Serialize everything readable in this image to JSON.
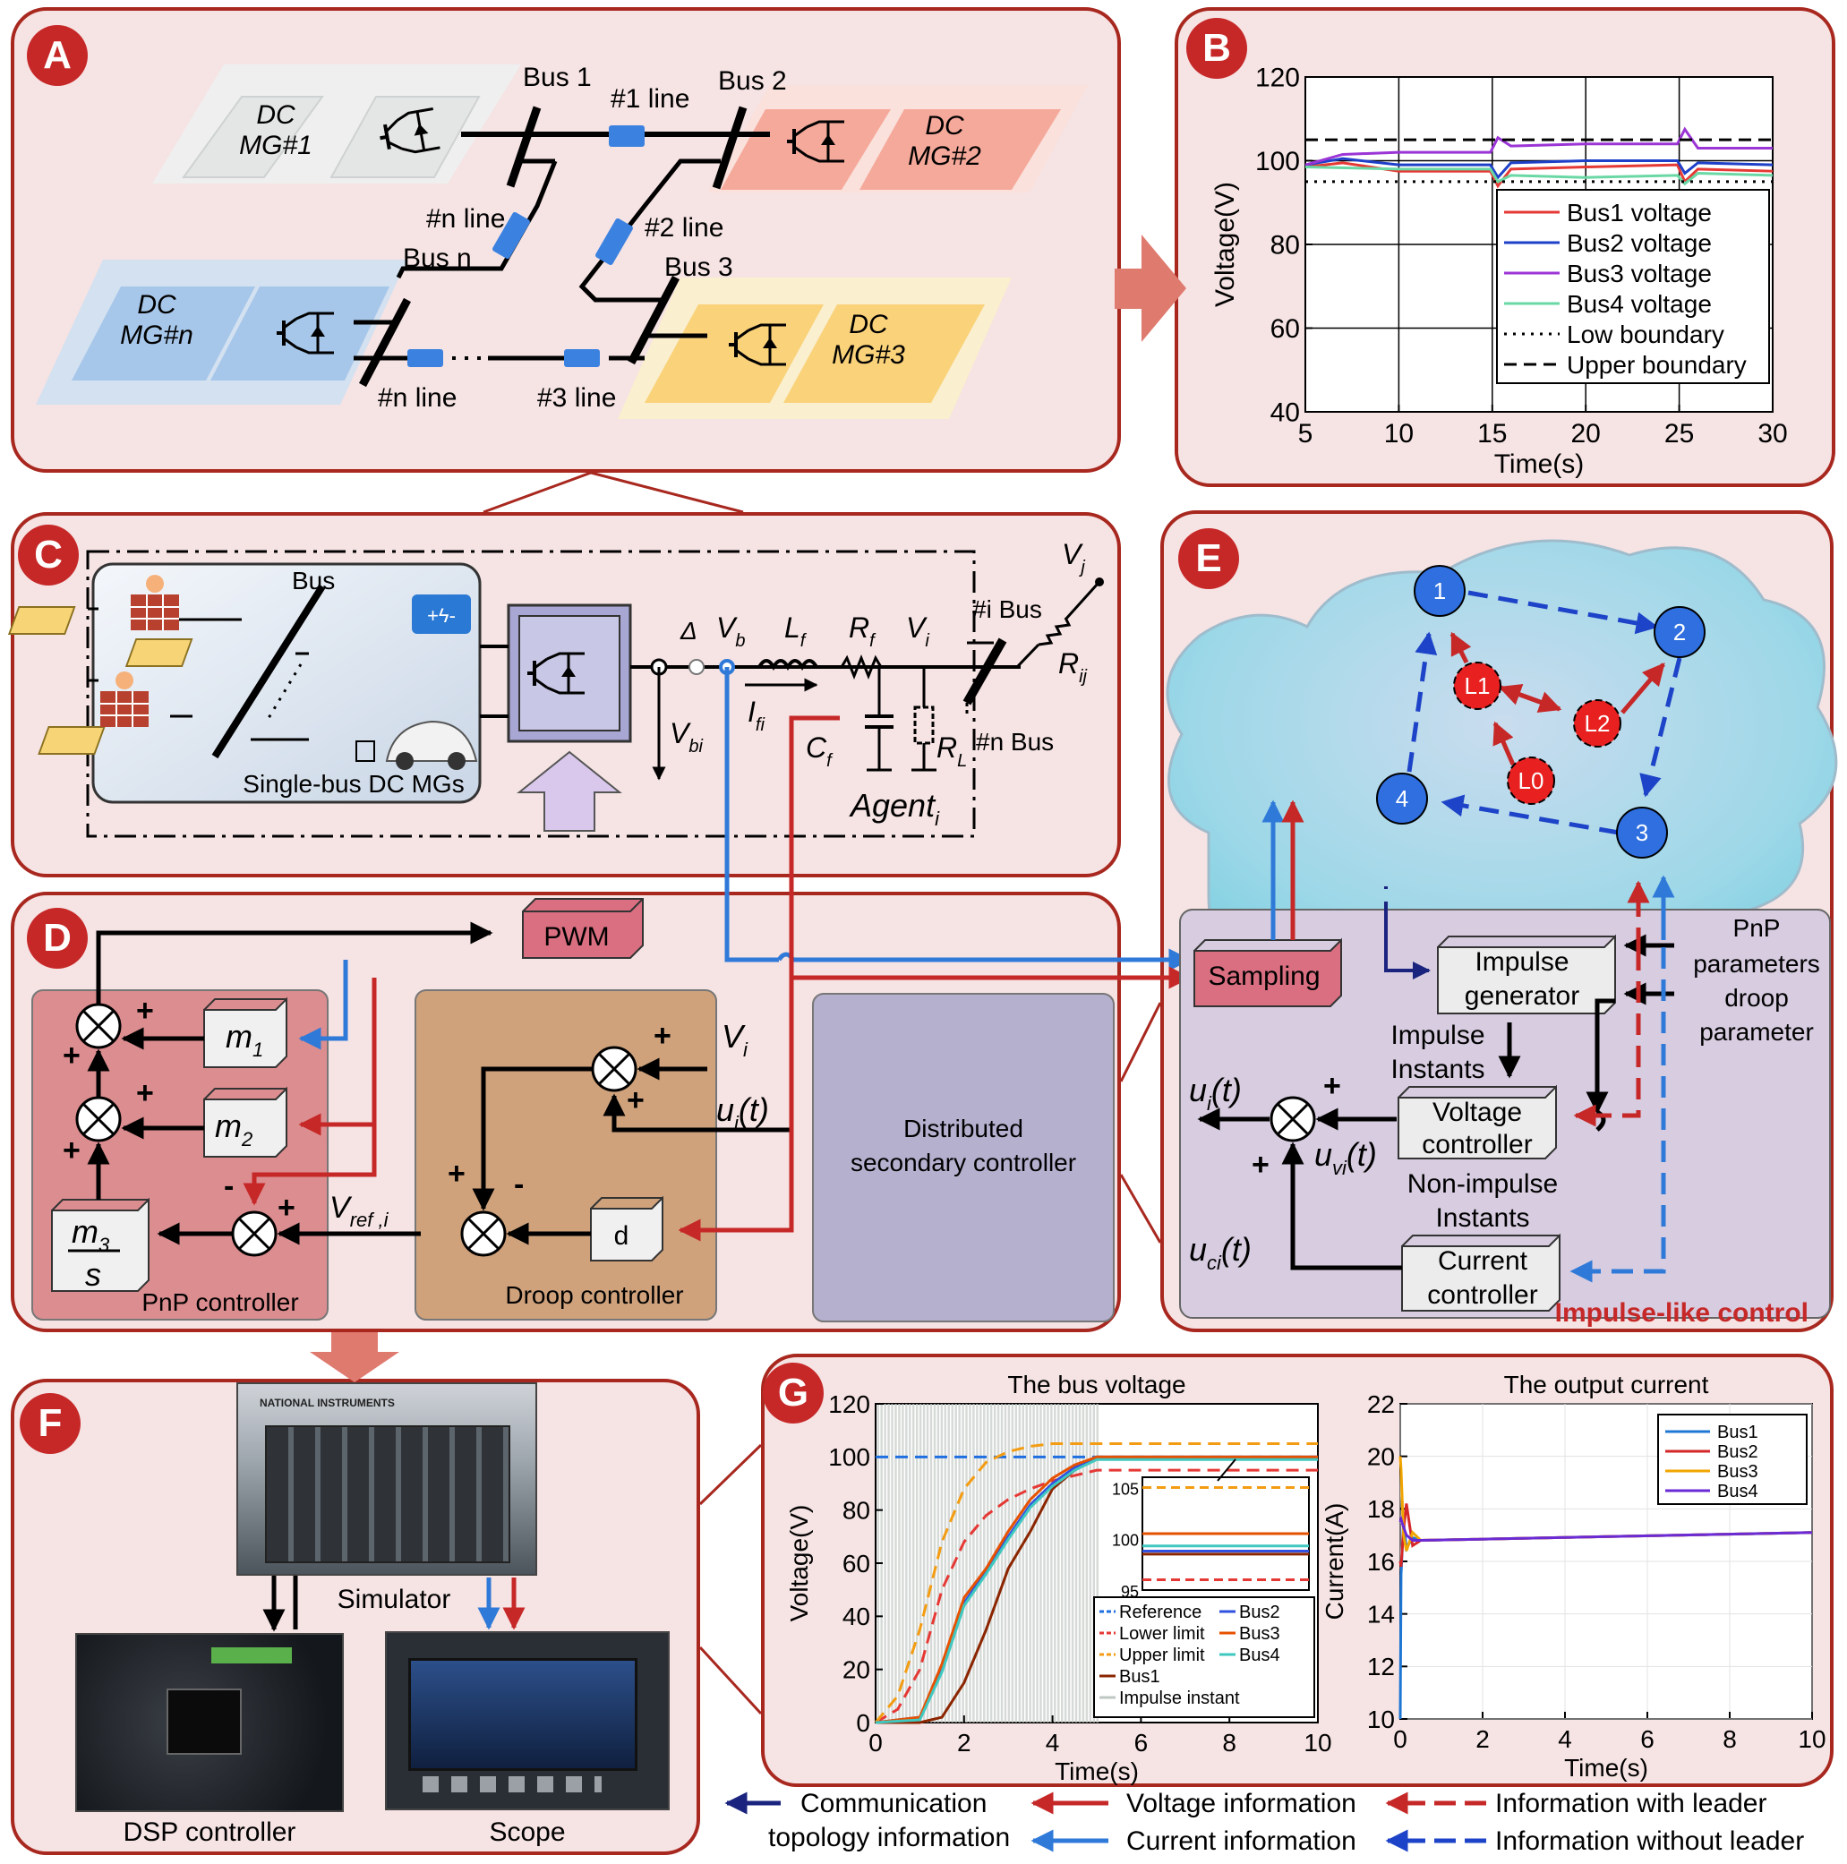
{
  "panels": {
    "a": {
      "tag": "A",
      "microgrids": [
        {
          "l1": "DC",
          "l2": "MG#1"
        },
        {
          "l1": "DC",
          "l2": "MG#2"
        },
        {
          "l1": "DC",
          "l2": "MG#n"
        },
        {
          "l1": "DC",
          "l2": "MG#3"
        }
      ],
      "buses": [
        "Bus 1",
        "Bus 2",
        "Bus n",
        "Bus 3"
      ],
      "lines": [
        "#1 line",
        "#n line",
        "#2 line",
        "#n line",
        "#3 line"
      ]
    },
    "b": {
      "tag": "B"
    },
    "c": {
      "tag": "C",
      "labels": {
        "bus": "Bus",
        "single_bus": "Single-bus DC MGs",
        "delta": "Δ",
        "vb": "V",
        "vb_sub": "b",
        "vbi": "V",
        "vbi_sub": "bi",
        "lf": "L",
        "lf_sub": "f",
        "rf": "R",
        "rf_sub": "f",
        "vi": "V",
        "vi_sub": "i",
        "ifi": "I",
        "ifi_sub": "fi",
        "cf": "C",
        "cf_sub": "f",
        "rl": "R",
        "rl_sub": "L",
        "ibus": "#i Bus",
        "nbus": "#n Bus",
        "vj": "V",
        "vj_sub": "j",
        "rij": "R",
        "rij_sub": "ij",
        "agent": "Agent",
        "agent_sub": "i"
      }
    },
    "d": {
      "tag": "D",
      "pwm": "PWM",
      "m1": "m",
      "m1_sub": "1",
      "m2": "m",
      "m2_sub": "2",
      "m3": "m",
      "m3_sub": "3",
      "m3_den": "s",
      "pnp_label": "PnP controller",
      "droop_label": "Droop controller",
      "dsc_label_1": "Distributed",
      "dsc_label_2": "secondary controller",
      "d_block": "d",
      "vstar": "V",
      "vstar_sub": "i",
      "ui": "u",
      "ui_sub": "i",
      "ui_arg": "(t)",
      "vref": "V",
      "vref_sub": "ref ,i",
      "plus": "+",
      "minus": "-"
    },
    "e": {
      "tag": "E",
      "nodes": [
        "1",
        "2",
        "3",
        "4",
        "L1",
        "L2",
        "L0"
      ],
      "sampling": "Sampling",
      "impulse_gen_1": "Impulse",
      "impulse_gen_2": "generator",
      "impulse_instants_1": "Impulse",
      "impulse_instants_2": "Instants",
      "voltage_ctrl_1": "Voltage",
      "voltage_ctrl_2": "controller",
      "nonimpulse_1": "Non-impulse",
      "nonimpulse_2": "Instants",
      "current_ctrl_1": "Current",
      "current_ctrl_2": "controller",
      "pnp_params": [
        "PnP",
        "parameters",
        "droop",
        "parameter"
      ],
      "ui": "u",
      "ui_sub": "i",
      "uvi_sub": "vi",
      "uci_sub": "ci",
      "arg": "(t)",
      "impulse_like": "Impulse-like control"
    },
    "f": {
      "tag": "F",
      "simulator": "Simulator",
      "dsp": "DSP controller",
      "scope": "Scope",
      "ni_brand": "NATIONAL INSTRUMENTS"
    },
    "g": {
      "tag": "G"
    }
  },
  "chart_data": [
    {
      "type": "line",
      "panel": "B",
      "xlabel": "Time(s)",
      "ylabel": "Voltage(V)",
      "xlim": [
        5,
        30
      ],
      "ylim": [
        40,
        120
      ],
      "xticks": [
        "5",
        "10",
        "15",
        "20",
        "25",
        "30"
      ],
      "yticks": [
        "40",
        "60",
        "80",
        "100",
        "120"
      ],
      "grid": true,
      "legend_position": "right",
      "series": [
        {
          "name": "Bus1 voltage",
          "color": "#e53935",
          "style": "solid",
          "x": [
            5,
            7,
            10,
            14.9,
            15.3,
            16,
            20,
            24.9,
            25.3,
            26,
            30
          ],
          "y": [
            98.5,
            99.5,
            97.5,
            97.5,
            94,
            98,
            98.5,
            99,
            95,
            98,
            97.5
          ]
        },
        {
          "name": "Bus2 voltage",
          "color": "#1e40c8",
          "style": "solid",
          "x": [
            5,
            7,
            10,
            14.9,
            15.3,
            16,
            20,
            24.9,
            25.3,
            26,
            30
          ],
          "y": [
            99,
            100.5,
            99,
            99,
            96,
            99.5,
            100,
            100,
            97,
            99.5,
            99
          ]
        },
        {
          "name": "Bus3 voltage",
          "color": "#9b35d6",
          "style": "solid",
          "x": [
            5,
            7,
            10,
            14.9,
            15.3,
            16,
            20,
            24.9,
            25.3,
            26,
            30
          ],
          "y": [
            99,
            101.5,
            102,
            102,
            105.5,
            103.5,
            104,
            104,
            107.5,
            103,
            103
          ]
        },
        {
          "name": "Bus4 voltage",
          "color": "#6ad8a4",
          "style": "solid",
          "x": [
            5,
            10,
            14.9,
            15.3,
            16,
            20,
            24.9,
            25.3,
            26,
            30
          ],
          "y": [
            98.5,
            98,
            98,
            95,
            96.5,
            96,
            96.5,
            94.5,
            97,
            96.5
          ]
        },
        {
          "name": "Low boundary",
          "color": "#000000",
          "style": "dotted",
          "x": [
            5,
            30
          ],
          "y": [
            95,
            95
          ]
        },
        {
          "name": "Upper boundary",
          "color": "#000000",
          "style": "dashed",
          "x": [
            5,
            30
          ],
          "y": [
            105,
            105
          ]
        }
      ]
    },
    {
      "type": "line",
      "panel": "G-left",
      "title": "The bus voltage",
      "xlabel": "Time(s)",
      "ylabel": "Voltage(V)",
      "xlim": [
        0,
        10
      ],
      "ylim": [
        0,
        120
      ],
      "xticks": [
        "0",
        "2",
        "4",
        "6",
        "8",
        "10"
      ],
      "yticks": [
        "0",
        "20",
        "40",
        "60",
        "80",
        "100",
        "120"
      ],
      "impulse_shading_until": 5,
      "series": [
        {
          "name": "Reference",
          "color": "#1f6fe0",
          "style": "dashed",
          "x": [
            0,
            10
          ],
          "y": [
            100,
            100
          ]
        },
        {
          "name": "Lower limit",
          "color": "#e53935",
          "style": "dashed",
          "x": [
            0,
            0.5,
            1,
            1.5,
            2,
            2.5,
            3,
            3.5,
            4,
            4.5,
            5,
            10
          ],
          "y": [
            0,
            5,
            20,
            50,
            68,
            78,
            84,
            88,
            91,
            93,
            95,
            95
          ]
        },
        {
          "name": "Upper limit",
          "color": "#f39c12",
          "style": "dashed",
          "x": [
            0,
            0.5,
            1,
            1.5,
            2,
            2.5,
            3,
            3.5,
            4,
            4.5,
            5,
            10
          ],
          "y": [
            0,
            10,
            35,
            68,
            88,
            98,
            102,
            104,
            105,
            105,
            105,
            105
          ]
        },
        {
          "name": "Bus1",
          "color": "#8b2500",
          "style": "solid",
          "x": [
            0,
            1,
            1.5,
            2,
            2.5,
            3,
            3.5,
            4,
            4.5,
            5,
            10
          ],
          "y": [
            0,
            0,
            2,
            15,
            35,
            58,
            72,
            88,
            95,
            100,
            100
          ]
        },
        {
          "name": "Bus2",
          "color": "#3050e0",
          "style": "solid",
          "x": [
            0,
            1,
            1.5,
            2,
            2.5,
            3,
            3.5,
            4,
            4.5,
            5,
            10
          ],
          "y": [
            0,
            2,
            20,
            45,
            57,
            70,
            82,
            90,
            96,
            100,
            100
          ]
        },
        {
          "name": "Bus3",
          "color": "#e65100",
          "style": "solid",
          "x": [
            0,
            1,
            1.5,
            2,
            2.5,
            3,
            3.5,
            4,
            4.5,
            5,
            10
          ],
          "y": [
            0,
            2,
            22,
            47,
            58,
            72,
            84,
            92,
            97,
            100,
            100
          ]
        },
        {
          "name": "Bus4",
          "color": "#40c8c0",
          "style": "solid",
          "x": [
            0,
            1,
            1.5,
            2,
            2.5,
            3,
            3.5,
            4,
            4.5,
            5,
            10
          ],
          "y": [
            0,
            1,
            19,
            44,
            56,
            69,
            81,
            89,
            95,
            99,
            99
          ]
        },
        {
          "name": "Impulse instant",
          "color": "#bfc7c2",
          "style": "bands"
        }
      ],
      "inset": {
        "ylim": [
          95,
          106
        ],
        "yticks": [
          "95",
          "100",
          "105"
        ],
        "lines": [
          {
            "color": "#e53935",
            "style": "dashed",
            "y": 96
          },
          {
            "color": "#8b2500",
            "y": 98.5
          },
          {
            "color": "#3050e0",
            "y": 98.8
          },
          {
            "color": "#40c8c0",
            "y": 99.3
          },
          {
            "color": "#e65100",
            "y": 100.5
          },
          {
            "color": "#f39c12",
            "style": "dashed",
            "y": 105
          }
        ]
      }
    },
    {
      "type": "line",
      "panel": "G-right",
      "title": "The output current",
      "xlabel": "Time(s)",
      "ylabel": "Current(A)",
      "xlim": [
        0,
        10
      ],
      "ylim": [
        10,
        22
      ],
      "xticks": [
        "0",
        "2",
        "4",
        "6",
        "8",
        "10"
      ],
      "yticks": [
        "10",
        "12",
        "14",
        "16",
        "18",
        "20",
        "22"
      ],
      "grid": true,
      "legend_position": "top-right",
      "series": [
        {
          "name": "Bus1",
          "color": "#1f77d4",
          "x": [
            0,
            0.02,
            0.08,
            0.15,
            0.3,
            0.5,
            10
          ],
          "y": [
            10,
            15.5,
            17.5,
            16.5,
            16.9,
            16.8,
            17.1
          ]
        },
        {
          "name": "Bus2",
          "color": "#d62728",
          "x": [
            0,
            0.02,
            0.08,
            0.15,
            0.3,
            0.5,
            10
          ],
          "y": [
            16,
            15.8,
            17.2,
            18.2,
            16.6,
            16.8,
            17.1
          ]
        },
        {
          "name": "Bus3",
          "color": "#f0a500",
          "x": [
            0,
            0.02,
            0.08,
            0.15,
            0.3,
            0.5,
            10
          ],
          "y": [
            20,
            19.5,
            17,
            16.4,
            17.1,
            16.8,
            17.1
          ]
        },
        {
          "name": "Bus4",
          "color": "#6a2ad6",
          "x": [
            0,
            0.02,
            0.08,
            0.15,
            0.3,
            0.5,
            10
          ],
          "y": [
            17.5,
            17.6,
            17.3,
            17,
            16.8,
            16.8,
            17.1
          ]
        }
      ]
    }
  ],
  "bottom_legend": {
    "communication_1": "Communication",
    "communication_2": "topology information",
    "voltage_info": "Voltage information",
    "current_info": "Current information",
    "with_leader": "Information with leader",
    "without_leader": "Information without leader"
  }
}
